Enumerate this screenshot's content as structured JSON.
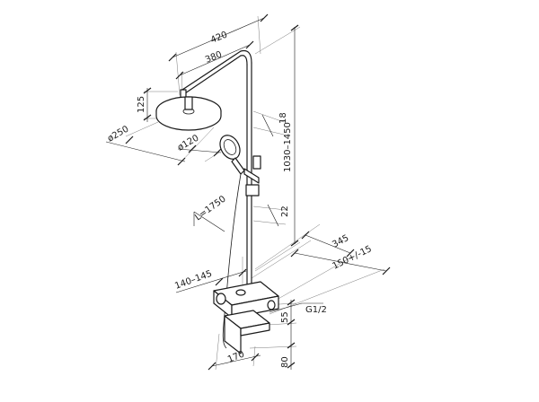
{
  "dimensions": {
    "arm_420": "420",
    "arm_380": "380",
    "head_height": "125",
    "head_diameter": "ø250",
    "hand_diameter": "ø120",
    "holder_18": "18",
    "column_height": "1030–1450",
    "holder_22": "22",
    "hose_length": "L=1750",
    "depth_345": "345",
    "eccentric": "150+/-15",
    "inlet_offset": "140–145",
    "thread": "G1/2",
    "spout_55": "55",
    "spout_80": "80",
    "spout_170": "170"
  }
}
